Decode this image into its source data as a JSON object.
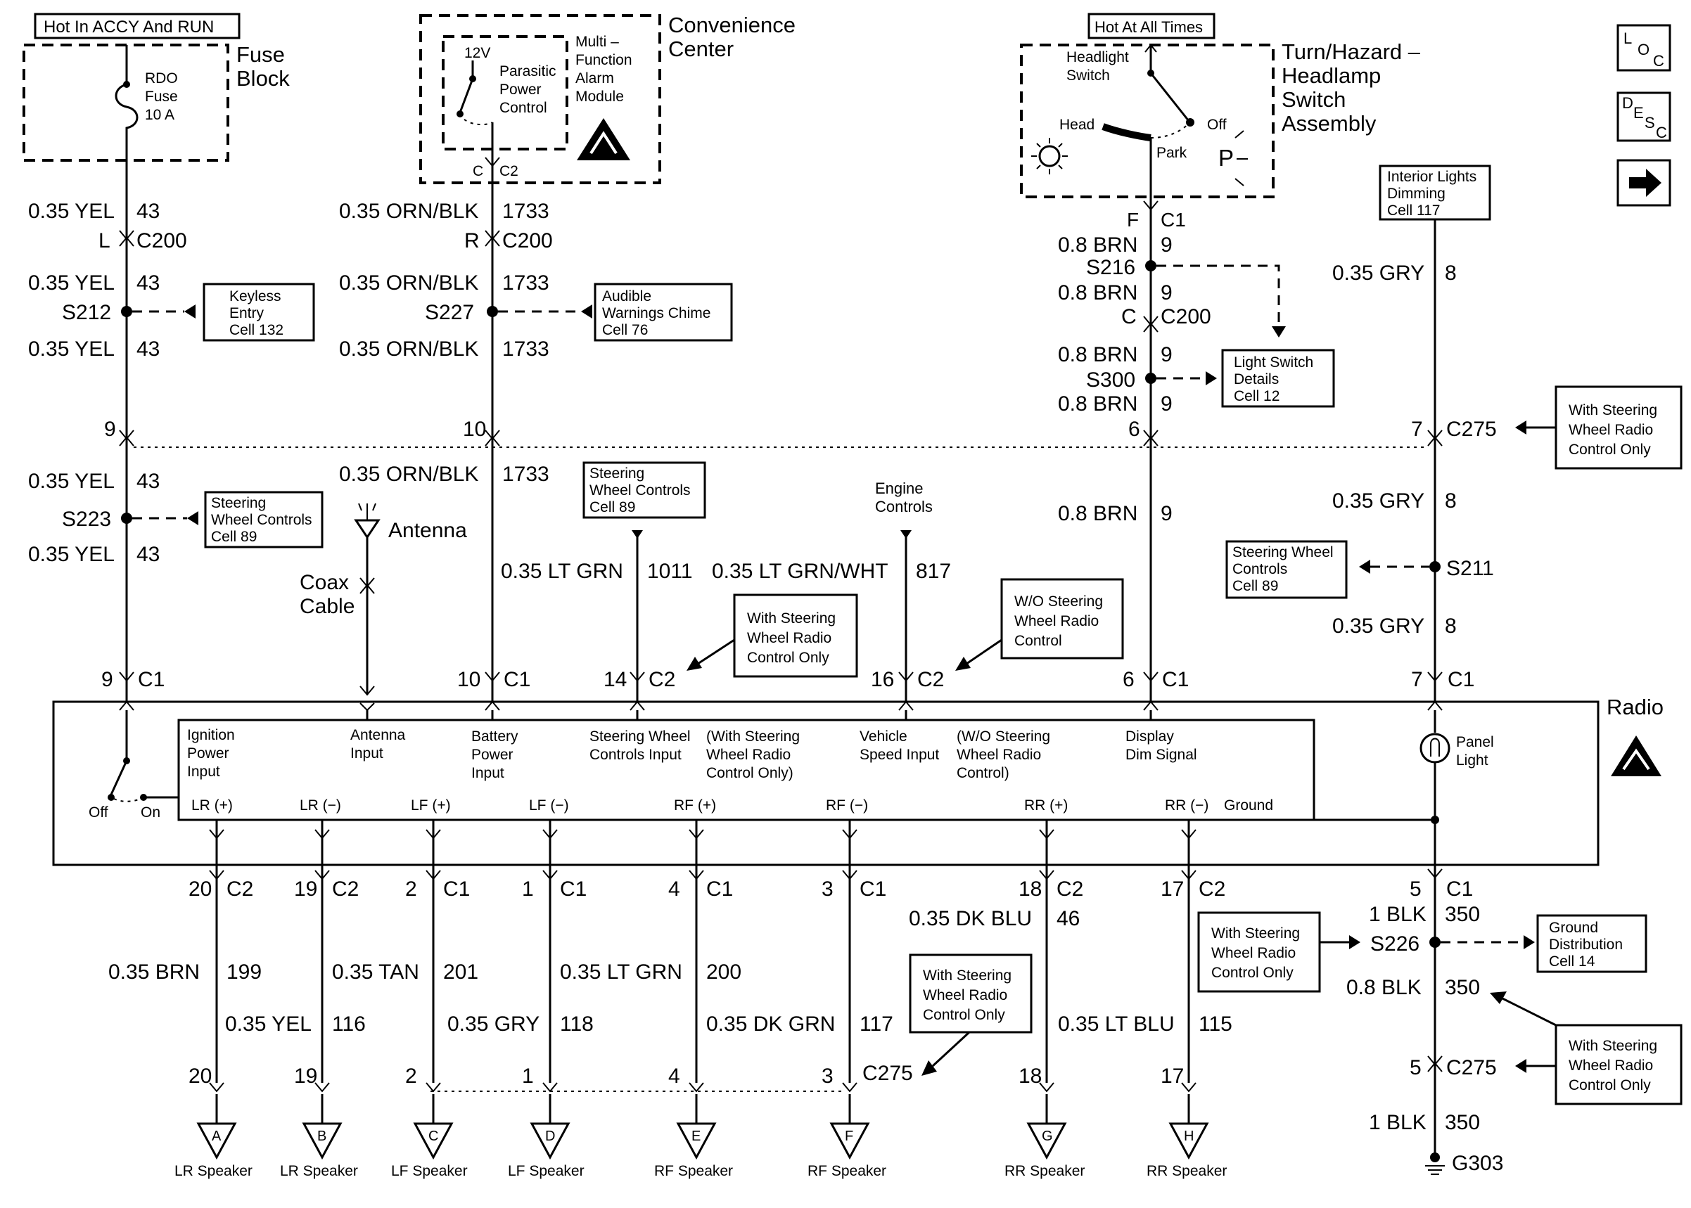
{
  "labels": {
    "hot_accy_run": "Hot In ACCY And RUN",
    "fuse_block": [
      "Fuse",
      "Block"
    ],
    "rdo_fuse": [
      "RDO",
      "Fuse",
      "10 A"
    ],
    "convenience_center": [
      "Convenience",
      "Center"
    ],
    "v12": "12V",
    "parasitic": [
      "Parasitic",
      "Power",
      "Control"
    ],
    "mfam": [
      "Multi –",
      "Function",
      "Alarm",
      "Module"
    ],
    "c_c2": [
      "C",
      "C2"
    ],
    "hot_all_times": "Hot At All Times",
    "turn_hazard": [
      "Turn/Hazard –",
      "Headlamp",
      "Switch",
      "Assembly"
    ],
    "headlight_switch": [
      "Headlight",
      "Switch"
    ],
    "head": "Head",
    "off": "Off",
    "park": "Park",
    "p": "P",
    "f_c1": [
      "F",
      "C1"
    ],
    "antenna": "Antenna",
    "coax": [
      "Coax",
      "Cable"
    ],
    "engine_controls": [
      "Engine",
      "Controls"
    ],
    "radio": "Radio",
    "panel_light": [
      "Panel",
      "Light"
    ],
    "switch_off": "Off",
    "switch_on": "On",
    "g303": "G303",
    "loc": [
      "L",
      "O",
      "C"
    ],
    "desc": [
      "D",
      "E",
      "S",
      "C"
    ]
  },
  "ref_boxes": {
    "interior_dimming": [
      "Interior Lights",
      "Dimming",
      "Cell 117"
    ],
    "keyless": [
      "Keyless",
      "Entry",
      "Cell 132"
    ],
    "audible": [
      "Audible",
      "Warnings Chime",
      "Cell 76"
    ],
    "light_switch": [
      "Light Switch",
      "Details",
      "Cell 12"
    ],
    "with_swrc_c275": [
      "With Steering",
      "Wheel Radio",
      "Control Only"
    ],
    "swc_89_a": [
      "Steering",
      "Wheel Controls",
      "Cell 89"
    ],
    "swc_89_b": [
      "Steering",
      "Wheel Controls",
      "Cell 89"
    ],
    "swc_89_c": [
      "Steering Wheel",
      "Controls",
      "Cell 89"
    ],
    "with_swrc_c2": [
      "With Steering",
      "Wheel Radio",
      "Control Only"
    ],
    "wo_swrc": [
      "W/O Steering",
      "Wheel Radio",
      "Control"
    ],
    "with_swrc_spk": [
      "With Steering",
      "Wheel Radio",
      "Control Only"
    ],
    "with_swrc_s226": [
      "With Steering",
      "Wheel Radio",
      "Control Only"
    ],
    "ground_dist": [
      "Ground",
      "Distribution",
      "Cell 14"
    ],
    "with_swrc_g": [
      "With Steering",
      "Wheel Radio",
      "Control Only"
    ]
  },
  "upper_wires": {
    "c1": {
      "color1": "0.35 YEL",
      "circuit": "43",
      "conn_pin": "L",
      "conn": "C200",
      "splice": "S212",
      "c275_pin": "9",
      "splice2": "S223",
      "radio_pin": "9",
      "radio_conn": "C1"
    },
    "c2": {
      "color": "0.35 ORN/BLK",
      "circuit": "1733",
      "conn_pin": "R",
      "conn": "C200",
      "splice": "S227",
      "c275_pin": "10",
      "radio_pin": "10",
      "radio_conn": "C1"
    },
    "c3": {
      "color": "0.35 LT GRN",
      "circuit": "1011",
      "radio_pin": "14",
      "radio_conn": "C2"
    },
    "c4": {
      "color": "0.35 LT GRN/WHT",
      "circuit": "817",
      "radio_pin": "16",
      "radio_conn": "C2"
    },
    "c5": {
      "color": "0.8 BRN",
      "circuit": "9",
      "splice": "S216",
      "conn_pin": "C",
      "conn": "C200",
      "splice2": "S300",
      "c275_pin": "6",
      "radio_pin": "6",
      "radio_conn": "C1"
    },
    "c6": {
      "color": "0.35 GRY",
      "circuit": "8",
      "c275_pin": "7",
      "c275": "C275",
      "splice": "S211",
      "radio_pin": "7",
      "radio_conn": "C1"
    }
  },
  "radio_inputs": {
    "ignition": [
      "Ignition",
      "Power",
      "Input"
    ],
    "antenna": [
      "Antenna",
      "Input"
    ],
    "battery": [
      "Battery",
      "Power",
      "Input"
    ],
    "swc": [
      "Steering Wheel",
      "Controls Input"
    ],
    "with_swrc": [
      "(With Steering",
      "Wheel Radio",
      "Control Only)"
    ],
    "vss": [
      "Vehicle",
      "Speed Input"
    ],
    "wo_swrc": [
      "(W/O Steering",
      "Wheel Radio",
      "Control)"
    ],
    "dim": [
      "Display",
      "Dim Signal"
    ]
  },
  "outputs": [
    {
      "label": "LR (+)",
      "pin": "20",
      "conn": "C2",
      "color": "0.35 BRN",
      "circuit": "199",
      "c275_pin": "20",
      "letter": "A",
      "speaker": "LR Speaker"
    },
    {
      "label": "LR (−)",
      "pin": "19",
      "conn": "C2",
      "color": "0.35 YEL",
      "circuit": "116",
      "c275_pin": "19",
      "letter": "B",
      "speaker": "LR Speaker"
    },
    {
      "label": "LF (+)",
      "pin": "2",
      "conn": "C1",
      "color": "0.35 TAN",
      "circuit": "201",
      "c275_pin": "2",
      "letter": "C",
      "speaker": "LF Speaker"
    },
    {
      "label": "LF (−)",
      "pin": "1",
      "conn": "C1",
      "color": "0.35 GRY",
      "circuit": "118",
      "c275_pin": "1",
      "letter": "D",
      "speaker": "LF Speaker"
    },
    {
      "label": "RF (+)",
      "pin": "4",
      "conn": "C1",
      "color": "0.35 LT GRN",
      "circuit": "200",
      "c275_pin": "4",
      "letter": "E",
      "speaker": "RF Speaker"
    },
    {
      "label": "RF (−)",
      "pin": "3",
      "conn": "C1",
      "color": "0.35 DK GRN",
      "circuit": "117",
      "c275_pin": "3",
      "letter": "F",
      "speaker": "RF Speaker"
    },
    {
      "label": "RR (+)",
      "pin": "18",
      "conn": "C2",
      "color": "0.35 DK BLU",
      "circuit": "46",
      "c275_pin": "18",
      "letter": "G",
      "speaker": "RR Speaker"
    },
    {
      "label": "RR (−)",
      "pin": "17",
      "conn": "C2",
      "color": "0.35 LT BLU",
      "circuit": "115",
      "c275_pin": "17",
      "letter": "H",
      "speaker": "RR Speaker"
    }
  ],
  "c275_label": "C275",
  "ground": {
    "label": "Ground",
    "pin": "5",
    "conn": "C1",
    "color1": "1 BLK",
    "circuit1": "350",
    "splice": "S226",
    "color2": "0.8 BLK",
    "circuit2": "350",
    "c275_pin": "5",
    "c275": "C275",
    "color3": "1 BLK",
    "circuit3": "350"
  }
}
